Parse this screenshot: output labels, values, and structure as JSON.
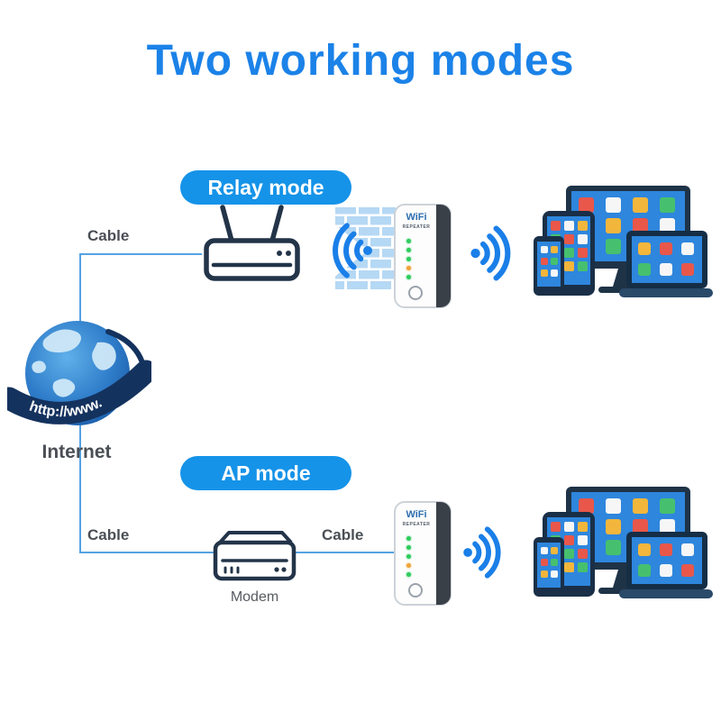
{
  "title": "Two working modes",
  "colors": {
    "title_blue": "#1b82e8",
    "pill_blue": "#1593e8",
    "outline_navy": "#233449",
    "wifi_blue": "#1a7fe8",
    "screen_blue": "#2e86dd",
    "cable_blue": "#54a3e2",
    "ribbon_navy": "#14325e",
    "led_green": "#2ecc5e"
  },
  "sections": {
    "relay": {
      "label": "Relay mode"
    },
    "ap": {
      "label": "AP mode"
    }
  },
  "internet": {
    "label": "Internet",
    "url_banner": "http://www."
  },
  "modem": {
    "label": "Modem"
  },
  "cables": {
    "relay": "Cable",
    "ap_left": "Cable",
    "ap_mid": "Cable"
  },
  "repeater": {
    "brand": "WiFi",
    "model": "REPEATER"
  }
}
